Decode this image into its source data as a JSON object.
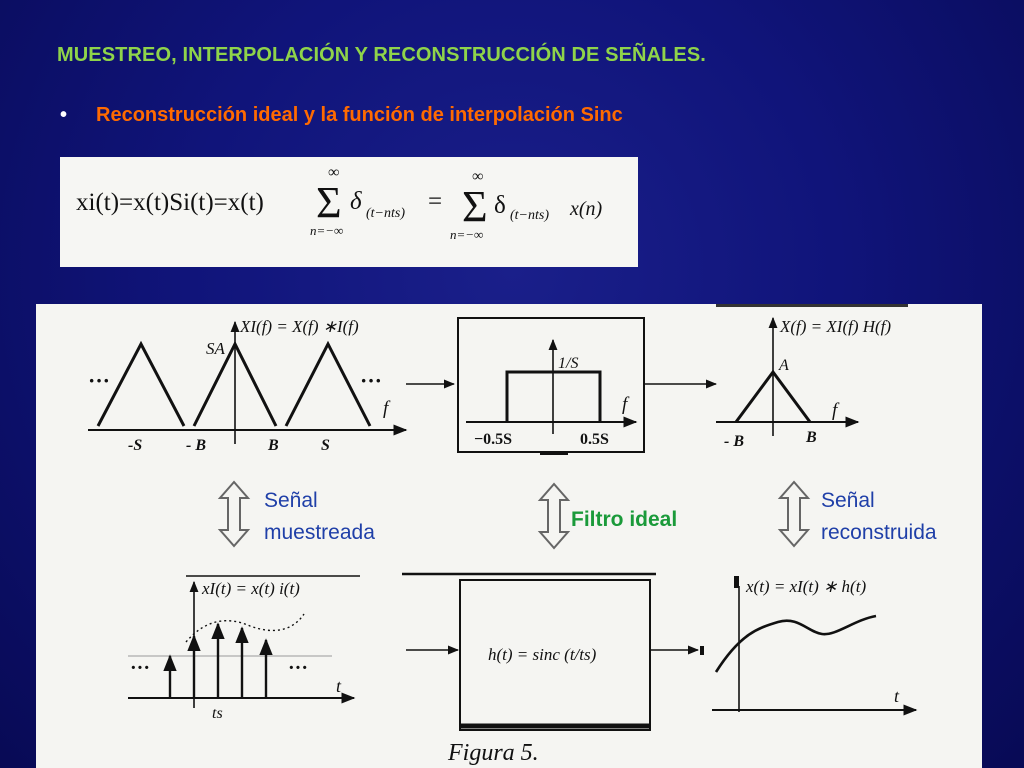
{
  "slide": {
    "title": "MUESTREO, INTERPOLACIÓN Y RECONSTRUCCIÓN DE SEÑALES.",
    "bullet_marker": "•",
    "bullet": "Reconstrucción ideal y la función de interpolación Sinc"
  },
  "formula": {
    "lhs": "xi(t)=x(t)Si(t)=x(t)",
    "sum_upper": "∞",
    "sum_lower": "n=−∞",
    "delta_sub": "(t−nts)",
    "equals": "=",
    "x_sub": "x(n)"
  },
  "figure": {
    "sampled_spectrum": {
      "label": "XI(f) = X(f) ∗I(f)",
      "peak": "SA",
      "dots_left": "···",
      "dots_right": "···",
      "axis_var": "f",
      "ticks": [
        "-S",
        "- B",
        "B",
        "S"
      ]
    },
    "ideal_filter": {
      "level": "1/S",
      "axis_var": "f",
      "ticks": [
        "−0.5S",
        "0.5S"
      ]
    },
    "reconstructed_spectrum": {
      "label": "X(f) = XI(f) H(f)",
      "peak": "A",
      "axis_var": "f",
      "ticks": [
        "- B",
        "B"
      ]
    },
    "captions": {
      "sampled": [
        "Señal",
        "muestreada"
      ],
      "filter": "Filtro ideal",
      "reconstructed": [
        "Señal",
        "reconstruida"
      ]
    },
    "sampled_time": {
      "label": "xI(t) = x(t) i(t)",
      "dots_left": "···",
      "dots_right": "···",
      "axis_var": "t",
      "spacing": "ts"
    },
    "filter_time": {
      "label": "h(t) = sinc (t/ts)"
    },
    "reconstructed_time": {
      "label": "x(t) = xI(t) ∗ h(t)",
      "axis_var": "t"
    },
    "figure_caption": "Figura 5."
  },
  "colors": {
    "title": "#8fd44a",
    "bullet": "#ff6a00",
    "filter_label": "#1a9a3a"
  }
}
